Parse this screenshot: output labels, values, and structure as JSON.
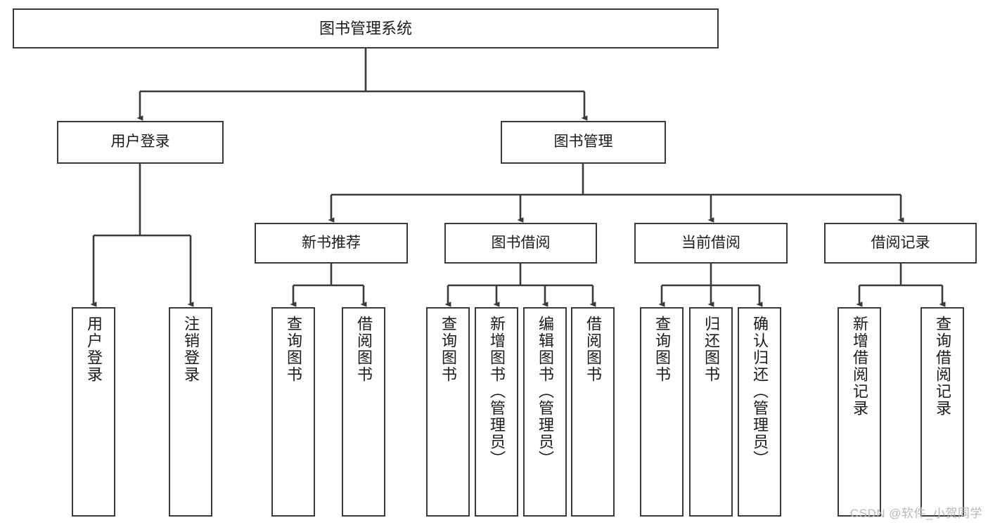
{
  "diagram": {
    "title_text": "图书管理系统",
    "watermark": "CSDN @软件_小贺同学",
    "colors": {
      "stroke": "#3a3a3a",
      "box_fill": "#ffffff",
      "text": "#1b1b1b",
      "watermark": "#b9b9b9",
      "background": "#ffffff"
    },
    "root": {
      "label": "图书管理系统"
    },
    "level2": [
      {
        "label": "用户登录"
      },
      {
        "label": "图书管理"
      }
    ],
    "level3": [
      {
        "label": "新书推荐"
      },
      {
        "label": "图书借阅"
      },
      {
        "label": "当前借阅"
      },
      {
        "label": "借阅记录"
      }
    ],
    "leaves": {
      "user_login": [
        {
          "label": "用户登录"
        },
        {
          "label": "注销登录"
        }
      ],
      "new_book_recommend": [
        {
          "label": "查询图书"
        },
        {
          "label": "借阅图书"
        }
      ],
      "book_borrow": [
        {
          "label": "查询图书"
        },
        {
          "label": "新增图书（管理员）"
        },
        {
          "label": "编辑图书（管理员）"
        },
        {
          "label": "借阅图书"
        }
      ],
      "current_borrow": [
        {
          "label": "查询图书"
        },
        {
          "label": "归还图书"
        },
        {
          "label": "确认归还（管理员）"
        }
      ],
      "borrow_record": [
        {
          "label": "新增借阅记录"
        },
        {
          "label": "查询借阅记录"
        }
      ]
    }
  }
}
